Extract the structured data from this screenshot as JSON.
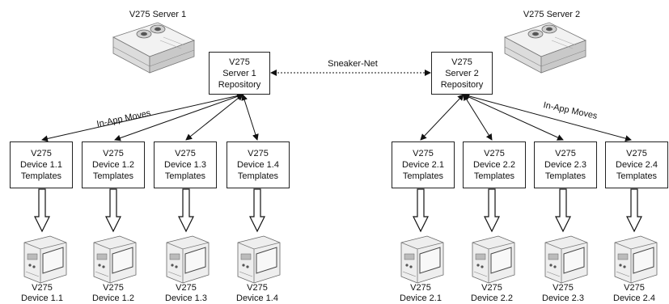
{
  "servers": [
    {
      "title": "V275 Server 1",
      "repo": [
        "V275",
        "Server 1",
        "Repository"
      ],
      "devices": [
        {
          "box": [
            "V275",
            "Device 1.1",
            "Templates"
          ],
          "label": [
            "V275",
            "Device 1.1"
          ]
        },
        {
          "box": [
            "V275",
            "Device 1.2",
            "Templates"
          ],
          "label": [
            "V275",
            "Device 1.2"
          ]
        },
        {
          "box": [
            "V275",
            "Device 1.3",
            "Templates"
          ],
          "label": [
            "V275",
            "Device 1.3"
          ]
        },
        {
          "box": [
            "V275",
            "Device 1.4",
            "Templates"
          ],
          "label": [
            "V275",
            "Device 1.4"
          ]
        }
      ]
    },
    {
      "title": "V275 Server 2",
      "repo": [
        "V275",
        "Server 2",
        "Repository"
      ],
      "devices": [
        {
          "box": [
            "V275",
            "Device 2.1",
            "Templates"
          ],
          "label": [
            "V275",
            "Device 2.1"
          ]
        },
        {
          "box": [
            "V275",
            "Device 2.2",
            "Templates"
          ],
          "label": [
            "V275",
            "Device 2.2"
          ]
        },
        {
          "box": [
            "V275",
            "Device 2.3",
            "Templates"
          ],
          "label": [
            "V275",
            "Device 2.3"
          ]
        },
        {
          "box": [
            "V275",
            "Device 2.4",
            "Templates"
          ],
          "label": [
            "V275",
            "Device 2.4"
          ]
        }
      ]
    }
  ],
  "link_label": "Sneaker-Net",
  "move_label_left": "In-App Moves",
  "move_label_right": "In-App Moves",
  "icons": [
    "server-icon",
    "printer-icon"
  ]
}
